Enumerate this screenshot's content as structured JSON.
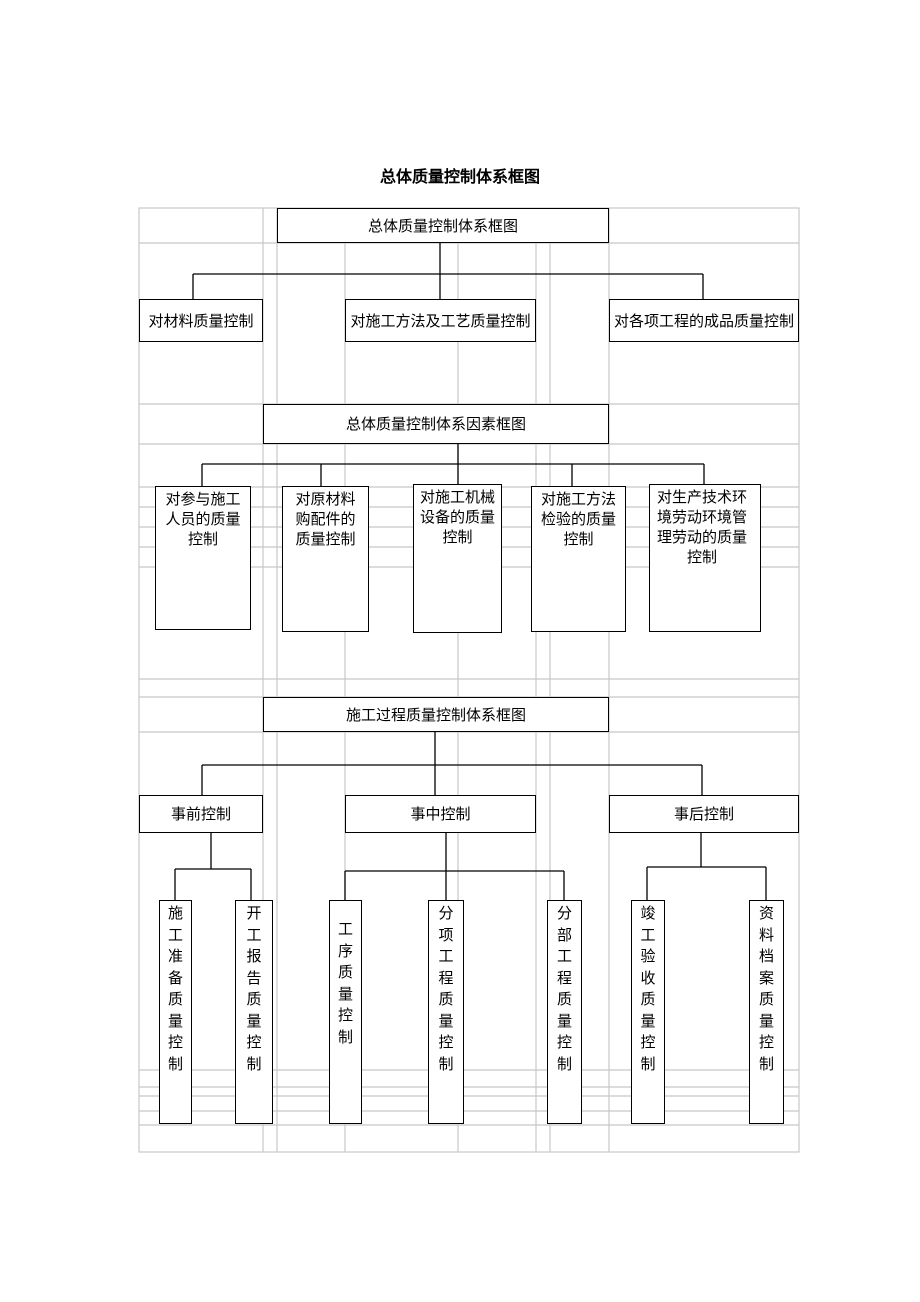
{
  "page_title": "总体质量控制体系框图",
  "section1": {
    "title": "总体质量控制体系框图",
    "items": [
      "对材料质量控制",
      "对施工方法及工艺质量控制",
      "对各项工程的成品质量控制"
    ]
  },
  "section2": {
    "title": "总体质量控制体系因素框图",
    "items": [
      "对参与施工人员的质量控制",
      "对原材料购配件的质量控制",
      "对施工机械设备的质量控制",
      "对施工方法检验的质量控制",
      "对生产技术环境劳动环境管理劳动的质量控制"
    ]
  },
  "section3": {
    "title": "施工过程质量控制体系框图",
    "phases": [
      "事前控制",
      "事中控制",
      "事后控制"
    ],
    "before": [
      "施工准备质量控制",
      "开工报告质量控制"
    ],
    "during": [
      "工序质量控制",
      "分项工程质量控制",
      "分部工程质量控制"
    ],
    "after": [
      "竣工验收质量控制",
      "资料档案质量控制"
    ]
  }
}
